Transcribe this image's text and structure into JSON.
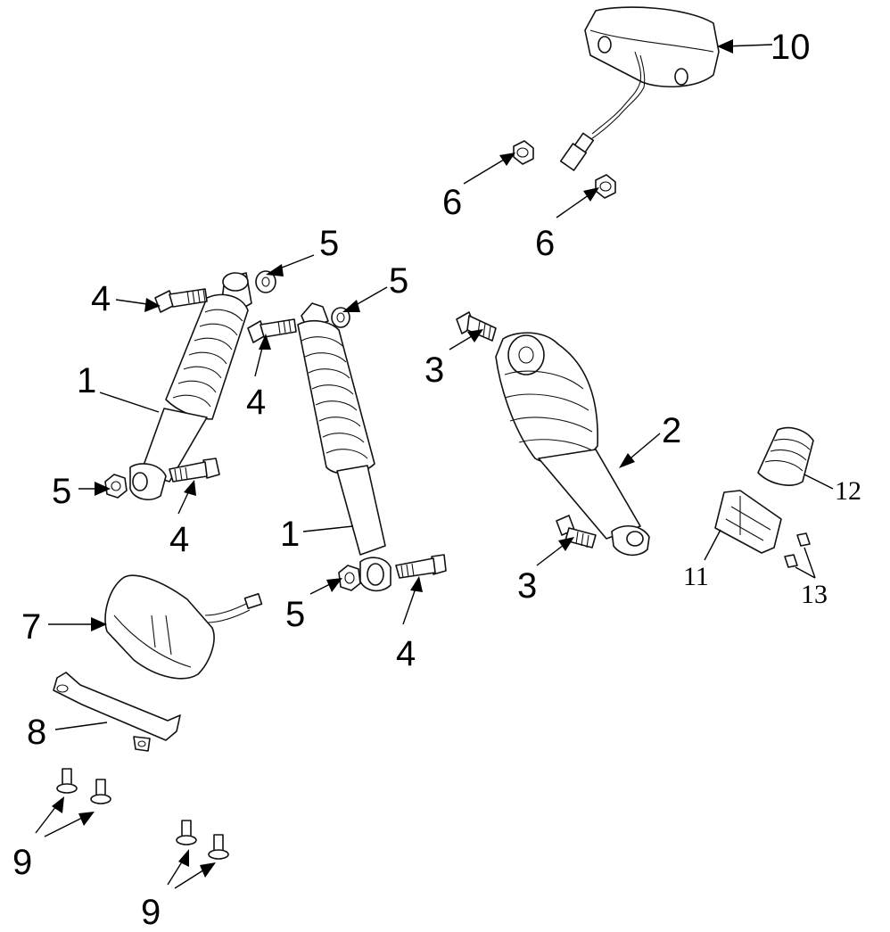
{
  "diagram": {
    "callouts": [
      "1",
      "1",
      "2",
      "3",
      "3",
      "4",
      "4",
      "4",
      "4",
      "5",
      "5",
      "5",
      "5",
      "6",
      "6",
      "7",
      "8",
      "9",
      "9",
      "10",
      "11",
      "12",
      "13"
    ]
  },
  "colors": {
    "line": "#111111",
    "background": "#ffffff"
  }
}
